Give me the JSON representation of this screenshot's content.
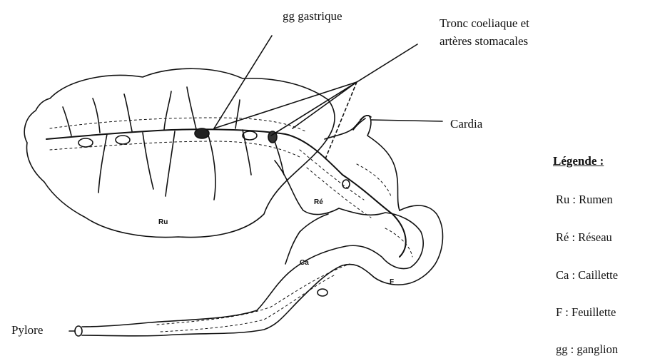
{
  "labels": {
    "gg_gastrique": "gg gastrique",
    "tronc_line1": "Tronc coeliaque et",
    "tronc_line2": "artères stomacales",
    "cardia": "Cardia",
    "pylore": "Pylore"
  },
  "organ_labels": {
    "ru": "Ru",
    "re": "Ré",
    "ca": "Ca",
    "f": "F"
  },
  "legend": {
    "title": "Légende :",
    "items": [
      "Ru : Rumen",
      "Ré : Réseau",
      "Ca : Caillette",
      "F : Feuillette",
      "gg : ganglion"
    ]
  }
}
